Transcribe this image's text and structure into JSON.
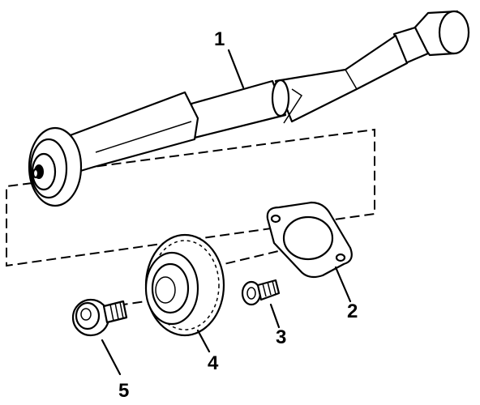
{
  "callouts": [
    "1",
    "2",
    "3",
    "4",
    "5"
  ]
}
